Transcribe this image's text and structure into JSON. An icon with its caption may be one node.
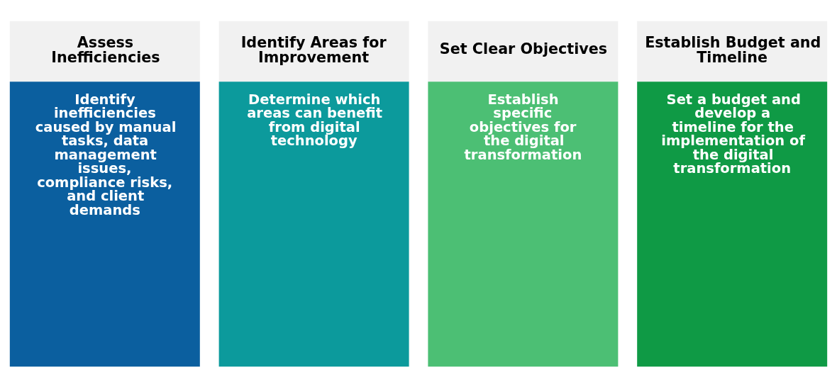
{
  "diagram": {
    "nodes": [
      {
        "text": [
          "Assess Inefficiencies",
          "Identify inefficiencies caused by manual tasks, data management issues, compliance risks, and client demands"
        ]
      },
      {
        "text": [
          "Identify Areas for Improvement",
          "Determine which areas can benefit from digital technology"
        ]
      },
      {
        "text": [
          "Set Clear Objectives",
          "Establish specific objectives for the digital transformation"
        ]
      },
      {
        "text": [
          "Establish Budget and Timeline",
          "Set a budget and develop a timeline for the implementation of the digital transformation"
        ]
      }
    ],
    "edges": []
  }
}
